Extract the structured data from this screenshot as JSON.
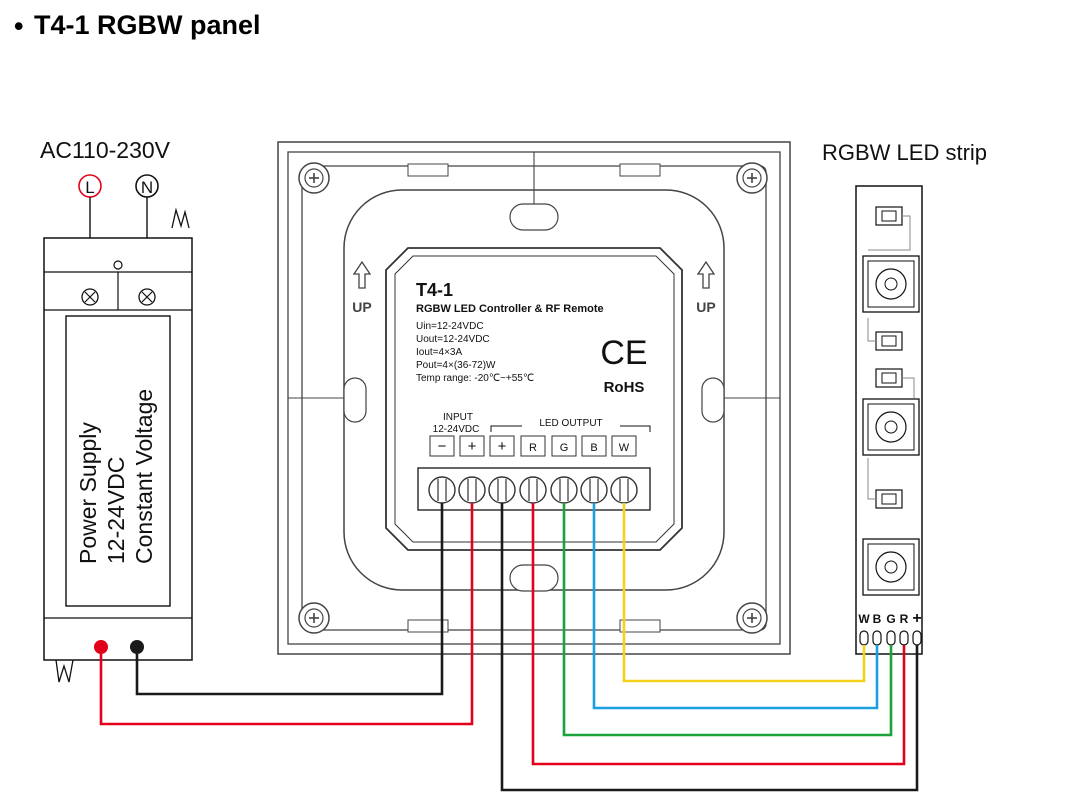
{
  "title": "T4-1  RGBW panel",
  "title_bullet": "•",
  "ac_label": "AC110-230V",
  "ac_terminals": [
    "L",
    "N"
  ],
  "psu": {
    "line1": "Power Supply",
    "line2": "12-24VDC",
    "line3": "Constant Voltage"
  },
  "led_strip_label": "RGBW LED strip",
  "controller": {
    "model": "T4-1",
    "subtitle": "RGBW LED Controller & RF Remote",
    "specs": [
      "Uin=12-24VDC",
      "Uout=12-24VDC",
      "Iout=4×3A",
      "Pout=4×(36-72)W",
      "Temp range: -20℃~+55℃"
    ],
    "ce": "CE",
    "rohs": "RoHS",
    "input_label_1": "INPUT",
    "input_label_2": "12-24VDC",
    "output_label": "LED OUTPUT",
    "terminals": [
      "−",
      "+",
      "+",
      "R",
      "G",
      "B",
      "W"
    ]
  },
  "up_label": "UP",
  "strip_pins": [
    "W",
    "B",
    "G",
    "R",
    "+"
  ],
  "colors": {
    "red": "#e3001b",
    "black": "#1a1a1a",
    "green": "#1aa33a",
    "blue": "#1a9fe0",
    "yellow": "#f2d21b",
    "panel": "#444444"
  }
}
